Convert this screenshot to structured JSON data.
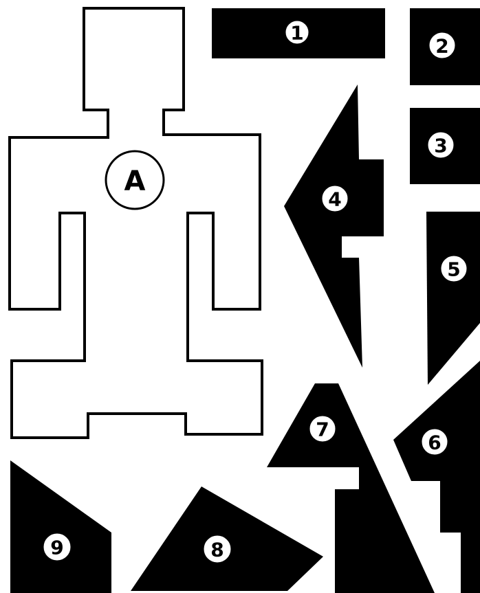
{
  "figure_label": "A",
  "pieces": [
    {
      "id": "piece-1",
      "label": "1"
    },
    {
      "id": "piece-2",
      "label": "2"
    },
    {
      "id": "piece-3",
      "label": "3"
    },
    {
      "id": "piece-4",
      "label": "4"
    },
    {
      "id": "piece-5",
      "label": "5"
    },
    {
      "id": "piece-6",
      "label": "6"
    },
    {
      "id": "piece-7",
      "label": "7"
    },
    {
      "id": "piece-8",
      "label": "8"
    },
    {
      "id": "piece-9",
      "label": "9"
    }
  ],
  "colors": {
    "ink": "#000000",
    "paper": "#ffffff"
  }
}
